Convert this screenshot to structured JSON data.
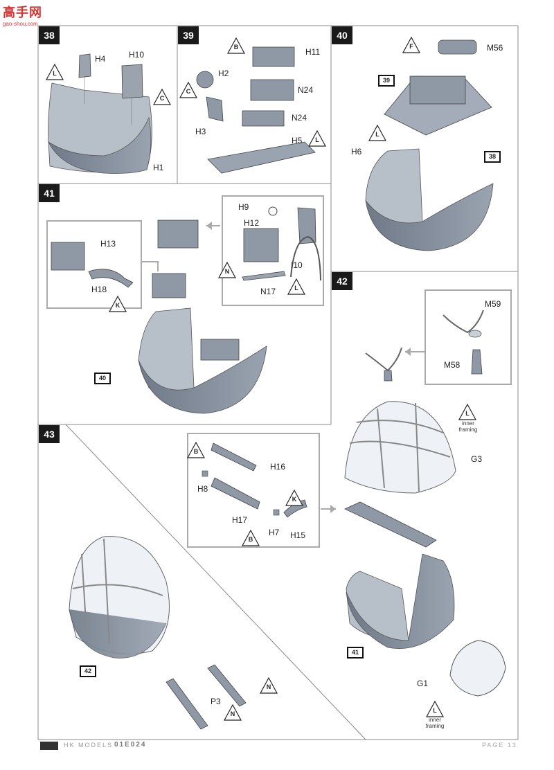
{
  "watermark": {
    "brand": "高手网",
    "url": "gao-shou.com"
  },
  "steps": [
    "38",
    "39",
    "40",
    "41",
    "42",
    "43"
  ],
  "parts": {
    "h4": "H4",
    "h10": "H10",
    "h1": "H1",
    "h2": "H2",
    "h11": "H11",
    "n24a": "N24",
    "n24b": "N24",
    "h3": "H3",
    "h5": "H5",
    "m56": "M56",
    "h6": "H6",
    "h9": "H9",
    "h12": "H12",
    "i10": "I10",
    "n17": "N17",
    "h13": "H13",
    "h18": "H18",
    "m59": "M59",
    "m58": "M58",
    "g3": "G3",
    "g1": "G1",
    "h16": "H16",
    "h8": "H8",
    "h17": "H17",
    "h7": "H7",
    "h15": "H15",
    "p3": "P3"
  },
  "refs": {
    "r39": "39",
    "r38": "38",
    "r40": "40",
    "r42": "42",
    "r41": "41"
  },
  "paint": {
    "L": "L",
    "C": "C",
    "B": "B",
    "F": "F",
    "N": "N",
    "K": "K"
  },
  "notes": {
    "inner": "inner",
    "framing": "framing"
  },
  "footer": {
    "brand": "HK MODELS",
    "code": "01E024",
    "page": "PAGE 13"
  },
  "colors": {
    "part": "#8a95a3",
    "part_dark": "#6b7583",
    "canopy": "#e8edf2",
    "frame": "#888888"
  }
}
